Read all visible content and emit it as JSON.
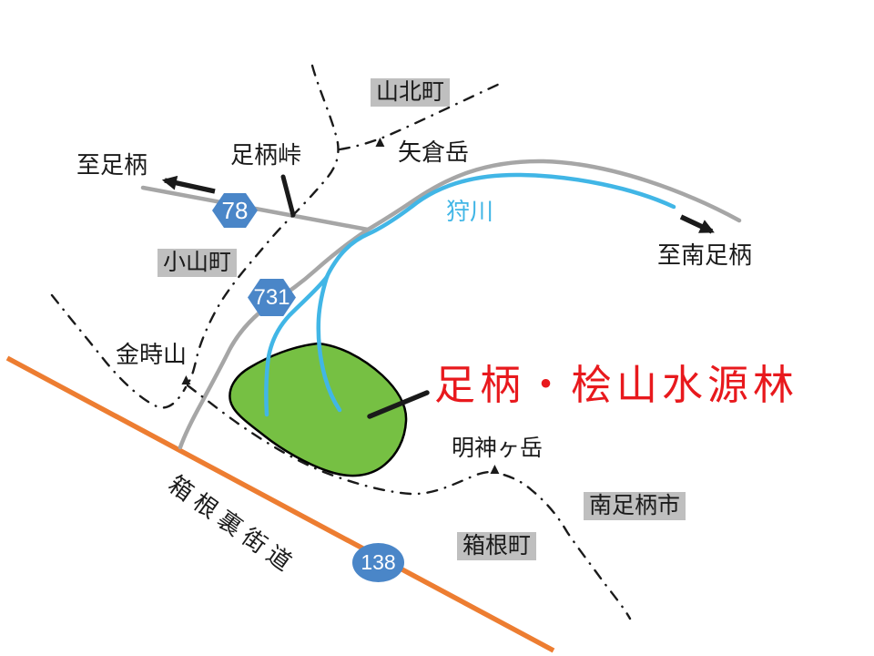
{
  "map": {
    "title": {
      "text": "足柄・桧山水源林"
    },
    "municipalities": [
      {
        "name": "山北町"
      },
      {
        "name": "小山町"
      },
      {
        "name": "南足柄市"
      },
      {
        "name": "箱根町"
      }
    ],
    "mountains": [
      {
        "name": "矢倉岳"
      },
      {
        "name": "金時山"
      },
      {
        "name": "明神ヶ岳"
      }
    ],
    "mountain_marker_glyph": "▲",
    "pass": {
      "name": "足柄峠"
    },
    "river": {
      "name": "狩川"
    },
    "road_name": {
      "text": "箱根裏街道"
    },
    "directions": [
      {
        "text": "至足柄"
      },
      {
        "text": "至南足柄"
      }
    ],
    "route_badges": [
      {
        "number": "78"
      },
      {
        "number": "731"
      },
      {
        "number": "138"
      }
    ],
    "colors": {
      "title_red": "#e8191d",
      "river_blue": "#41b6e6",
      "badge_blue": "#4a86c8",
      "road_gray": "#a6a6a6",
      "road_orange": "#ed7d31",
      "forest_green": "#76c043",
      "label_bg": "#bfbfbf",
      "ink": "#1a1a1a"
    }
  }
}
